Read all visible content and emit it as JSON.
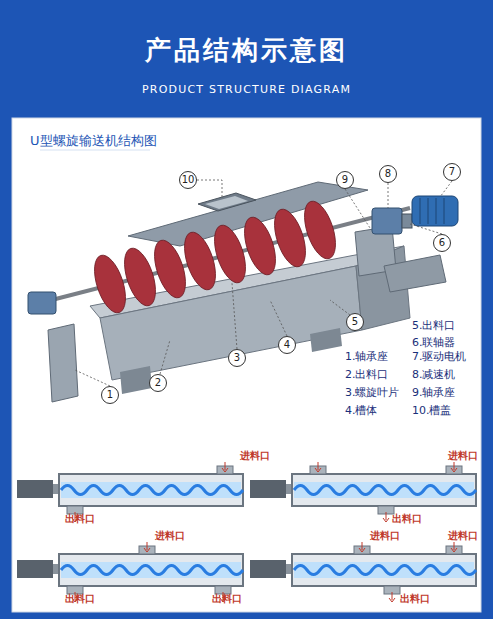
{
  "diagram": {
    "title": "产品结构示意图",
    "nodes": [
      {
        "text": [
          "10"
        ]
      },
      {
        "text": [
          "9"
        ]
      },
      {
        "text": [
          "8"
        ]
      },
      {
        "text": [
          "7"
        ]
      },
      {
        "text": [
          "6"
        ]
      },
      {
        "text": [
          "5"
        ]
      },
      {
        "text": [
          "4"
        ]
      },
      {
        "text": [
          "3"
        ]
      },
      {
        "text": [
          "2"
        ]
      },
      {
        "text": [
          "1"
        ]
      }
    ],
    "labels": [
      "PRODUCT STRUCTURE DIAGRAM",
      "U型螺旋输送机结构图",
      "5.出料口",
      "6.联轴器",
      "1.轴承座",
      "7.驱动电机",
      "2.出料口",
      "8.减速机",
      "3.螺旋叶片",
      "9.轴承座",
      "4.槽体",
      "10.槽盖",
      "进料口",
      "出料口",
      "进料口",
      "出料口",
      "进料口",
      "出料口",
      "出料口",
      "进料口",
      "进料口",
      "出料口"
    ]
  }
}
